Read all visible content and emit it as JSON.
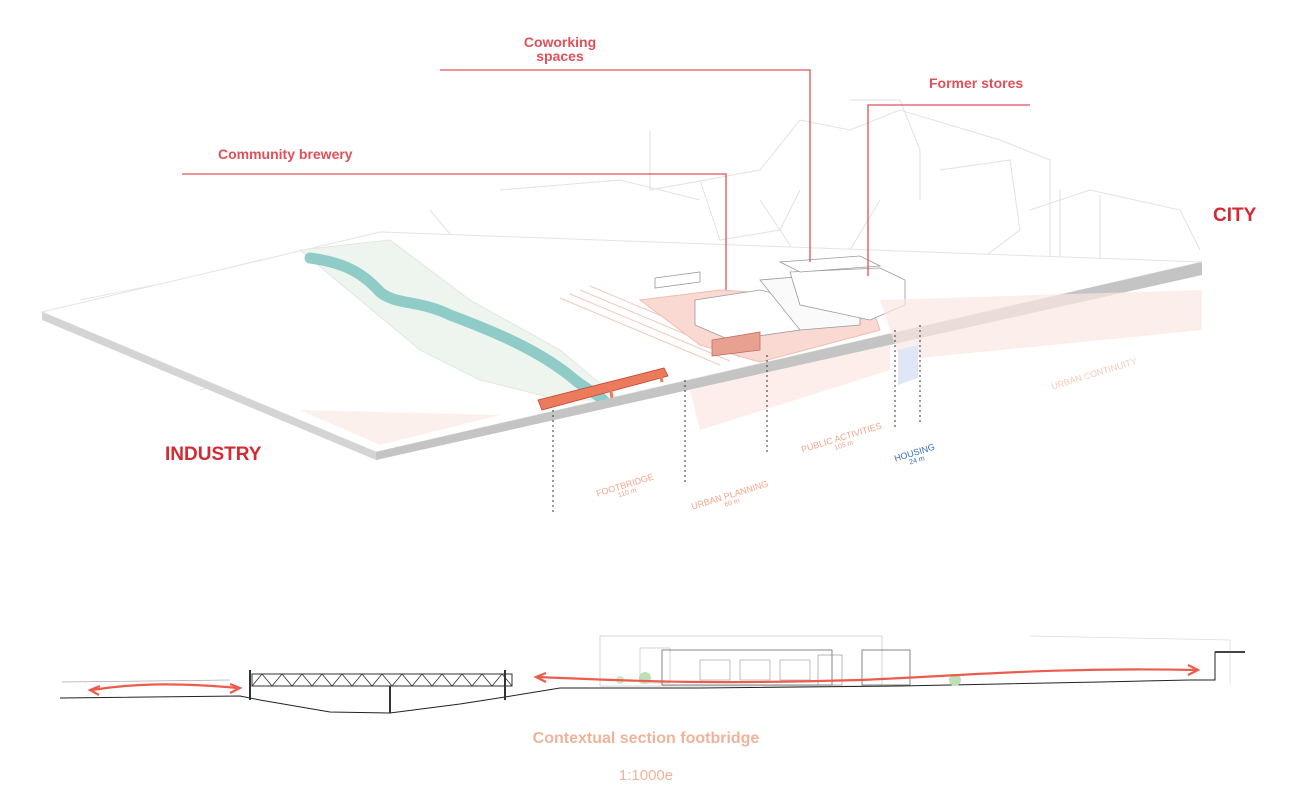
{
  "callouts": {
    "coworking": "Coworking\nspaces",
    "former_stores": "Former stores",
    "community_brewery": "Community brewery"
  },
  "zones": {
    "city": "CITY",
    "industry": "INDUSTRY"
  },
  "measures": {
    "footbridge": {
      "label": "FOOTBRIDGE",
      "value": "110 m"
    },
    "urban_planning": {
      "label": "URBAN PLANNING",
      "value": "60 m"
    },
    "public_activities": {
      "label": "PUBLIC ACTIVITIES",
      "value": "105 m"
    },
    "housing": {
      "label": "HOUSING",
      "value": "24 m"
    },
    "urban_continuity": {
      "label": "URBAN CONTINUITY"
    }
  },
  "caption": {
    "title": "Contextual section footbridge",
    "scale": "1:1000e"
  },
  "colors": {
    "accent_red": "#e0505a",
    "zone_red": "#d42a32",
    "peach": "#f0b39a",
    "river": "#7fc4c0",
    "housing_blue": "#3a6fc0",
    "slab_grey": "#cfcfcf"
  }
}
